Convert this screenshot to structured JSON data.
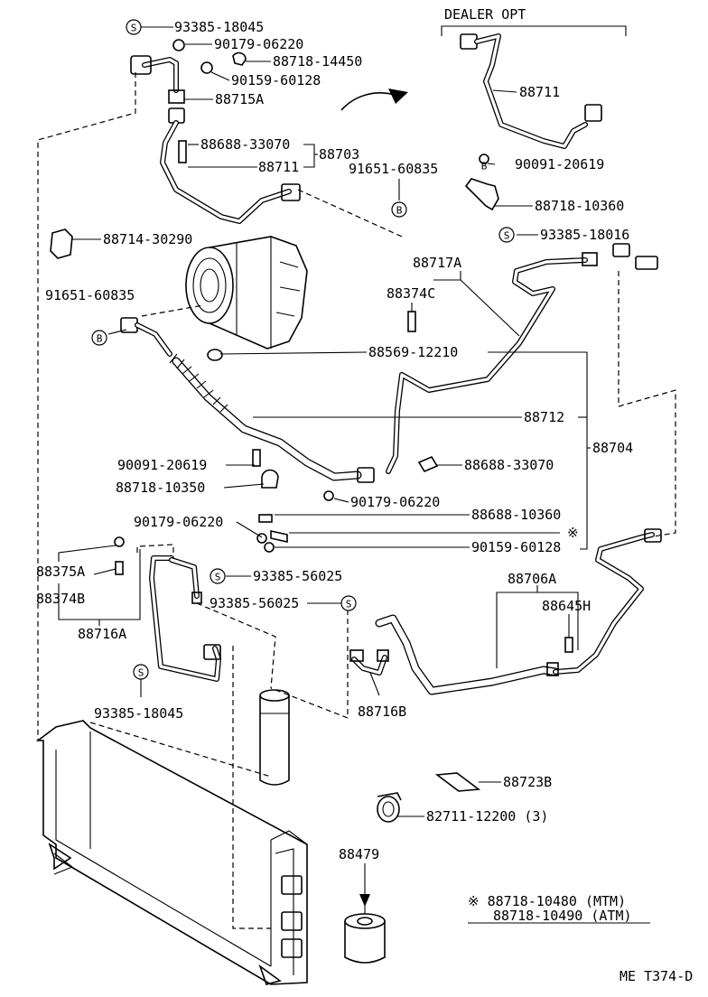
{
  "header": {
    "dealer_opt": "DEALER OPT"
  },
  "badges": {
    "s": "S",
    "b": "B"
  },
  "labels": {
    "p93385_18045_top": "93385-18045",
    "p90179_06220_top": "90179-06220",
    "p88718_14450": "88718-14450",
    "p90159_60128_top": "90159-60128",
    "p88715A": "88715A",
    "p88688_33070_top": "88688-33070",
    "p88703": "88703",
    "p88711_left": "88711",
    "p91651_60835_right": "91651-60835",
    "p88711_right": "88711",
    "p90091_20619_right": "90091-20619",
    "p88718_10360": "88718-10360",
    "p93385_18016": "93385-18016",
    "p88714_30290": "88714-30290",
    "p88717A": "88717A",
    "p91651_60835_left": "91651-60835",
    "p88374C": "88374C",
    "p88569_12210": "88569-12210",
    "p88712": "88712",
    "p88704": "88704",
    "p90091_20619_mid": "90091-20619",
    "p88688_33070_mid": "88688-33070",
    "p88718_10350": "88718-10350",
    "p90179_06220_mid": "90179-06220",
    "p90179_06220_low": "90179-06220",
    "p88688_10360": "88688-10360",
    "asterisk": "※",
    "p90159_60128_low": "90159-60128",
    "p88375A": "88375A",
    "p93385_56025_a": "93385-56025",
    "p88374B": "88374B",
    "p93385_56025_b": "93385-56025",
    "p88706A": "88706A",
    "p88716A": "88716A",
    "p88645H": "88645H",
    "p93385_18045_low": "93385-18045",
    "p88716B": "88716B",
    "p88723B": "88723B",
    "p82711_12200": "82711-12200 (3)",
    "p88479": "88479",
    "note_mtm": "※ 88718-10480 (MTM)",
    "note_atm": "88718-10490 (ATM)",
    "ref_code": "ME T374-D"
  }
}
